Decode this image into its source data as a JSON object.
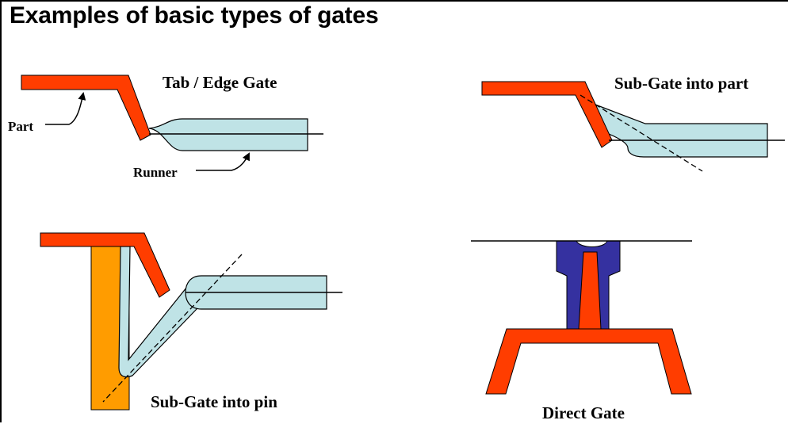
{
  "title": "Examples of basic types of gates",
  "labels": {
    "tab_edge_gate": "Tab / Edge Gate",
    "part": "Part",
    "runner": "Runner",
    "sub_gate_part": "Sub-Gate into part",
    "sub_gate_pin": "Sub-Gate into pin",
    "direct_gate": "Direct Gate"
  },
  "colors": {
    "part": "#ff3d00",
    "runner": "#bfe3e6",
    "pin": "#ff9c00",
    "sprue_bushing": "#3531a0",
    "line": "#000000"
  }
}
